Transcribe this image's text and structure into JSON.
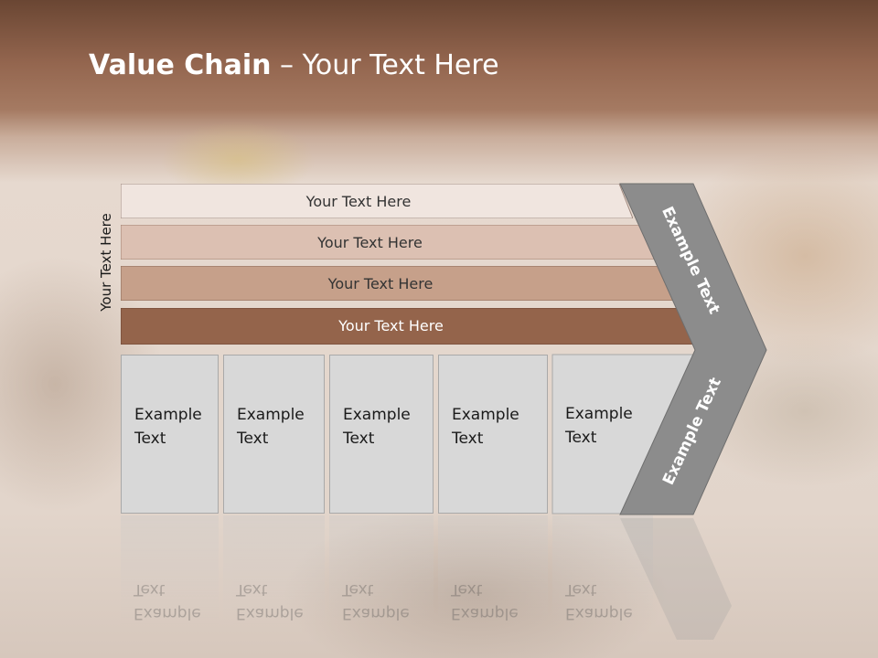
{
  "slide": {
    "title_bold": "Value Chain",
    "title_rest": " – Your Text Here",
    "side_label": "Your Text Here"
  },
  "bands": [
    {
      "label": "Your Text Here",
      "fill": "#f0e5df",
      "text_color": "#333333"
    },
    {
      "label": "Your Text Here",
      "fill": "#dcc0b2",
      "text_color": "#333333"
    },
    {
      "label": "Your Text Here",
      "fill": "#c6a08a",
      "text_color": "#333333"
    },
    {
      "label": "Your Text Here",
      "fill": "#94644b",
      "text_color": "#ffffff"
    }
  ],
  "cells": [
    {
      "label": "Example Text"
    },
    {
      "label": "Example Text"
    },
    {
      "label": "Example Text"
    },
    {
      "label": "Example Text"
    },
    {
      "label": "Example Text"
    }
  ],
  "chevron": {
    "upper_label": "Example Text",
    "lower_label": "Example Text",
    "fill": "#8c8c8c"
  }
}
